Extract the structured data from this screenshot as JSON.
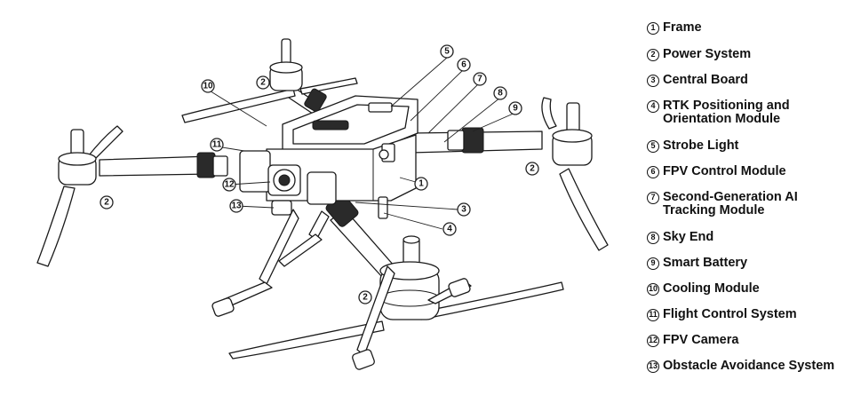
{
  "legend": [
    {
      "num": "1",
      "label": "Frame"
    },
    {
      "num": "2",
      "label": "Power System"
    },
    {
      "num": "3",
      "label": "Central Board"
    },
    {
      "num": "4",
      "label": "RTK Positioning and Orientation Module"
    },
    {
      "num": "5",
      "label": "Strobe Light"
    },
    {
      "num": "6",
      "label": "FPV Control Module"
    },
    {
      "num": "7",
      "label": "Second-Generation AI Tracking Module"
    },
    {
      "num": "8",
      "label": "Sky End"
    },
    {
      "num": "9",
      "label": "Smart Battery"
    },
    {
      "num": "10",
      "label": "Cooling Module"
    },
    {
      "num": "11",
      "label": "Flight Control System"
    },
    {
      "num": "12",
      "label": "FPV Camera"
    },
    {
      "num": "13",
      "label": "Obstacle Avoidance System"
    }
  ],
  "callouts": [
    "1",
    "2",
    "2",
    "2",
    "2",
    "3",
    "4",
    "5",
    "6",
    "7",
    "8",
    "9",
    "10",
    "11",
    "12",
    "13"
  ]
}
